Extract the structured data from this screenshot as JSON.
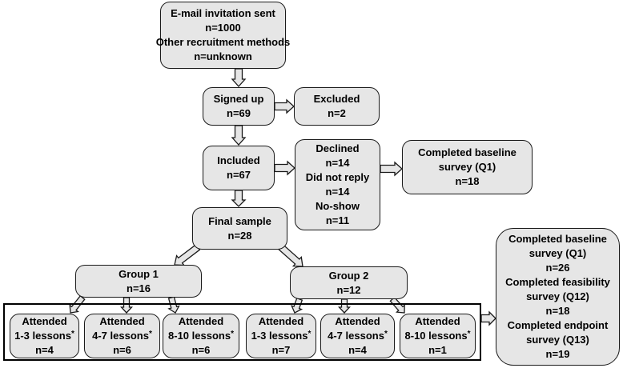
{
  "nodes": {
    "invitation": [
      "E-mail invitation sent",
      "n=1000",
      "Other recruitment methods",
      "n=unknown"
    ],
    "signed_up": [
      "Signed up",
      "n=69"
    ],
    "excluded": [
      "Excluded",
      "n=2"
    ],
    "included": [
      "Included",
      "n=67"
    ],
    "declined": [
      "Declined",
      "n=14",
      "Did not reply",
      "n=14",
      "No-show",
      "n=11"
    ],
    "baseline_declined": [
      "Completed baseline",
      "survey (Q1)",
      "n=18"
    ],
    "final_sample": [
      "Final sample",
      "n=28"
    ],
    "group1": [
      "Group 1",
      "n=16"
    ],
    "group2": [
      "Group 2",
      "n=12"
    ],
    "surveys": [
      "Completed baseline",
      "survey (Q1)",
      "n=26",
      "Completed feasibility",
      "survey (Q12)",
      "n=18",
      "Completed endpoint",
      "survey (Q13)",
      "n=19"
    ]
  },
  "lessons": [
    {
      "line1": "Attended",
      "line2": "1-3 lessons",
      "mark": "*",
      "count": "n=4"
    },
    {
      "line1": "Attended",
      "line2": "4-7 lessons",
      "mark": "*",
      "count": "n=6"
    },
    {
      "line1": "Attended",
      "line2": "8-10 lessons",
      "mark": "*",
      "count": "n=6"
    },
    {
      "line1": "Attended",
      "line2": "1-3 lessons",
      "mark": "*",
      "count": "n=7"
    },
    {
      "line1": "Attended",
      "line2": "4-7 lessons",
      "mark": "*",
      "count": "n=4"
    },
    {
      "line1": "Attended",
      "line2": "8-10 lessons",
      "mark": "*",
      "count": "n=1"
    }
  ],
  "colors": {
    "box_fill": "#e6e6e6",
    "arrow_fill": "#e6e6e6",
    "stroke": "#1a1a1a"
  }
}
